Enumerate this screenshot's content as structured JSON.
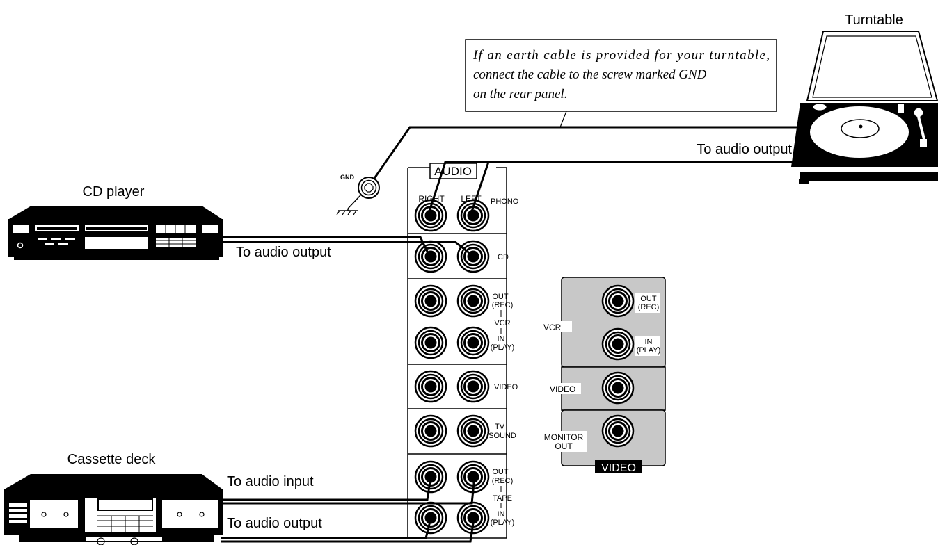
{
  "devices": {
    "turntable": "Turntable",
    "cd_player": "CD player",
    "cassette_deck": "Cassette deck"
  },
  "note": {
    "line1": "If an earth cable is provided for your turntable,",
    "line2": "connect the cable to the screw marked GND",
    "line3": "on the rear panel."
  },
  "gnd_label": "GND",
  "audio_panel": {
    "title": "AUDIO",
    "right": "RIGHT",
    "left": "LEFT",
    "phono": "PHONO",
    "cd": "CD",
    "vcr_out": "OUT",
    "vcr_out_rec": "(REC)",
    "vcr": "VCR",
    "vcr_in": "IN",
    "vcr_in_play": "(PLAY)",
    "video": "VIDEO",
    "tv": "TV",
    "sound": "SOUND",
    "tape_out": "OUT",
    "tape_out_rec": "(REC)",
    "tape": "TAPE",
    "tape_in": "IN",
    "tape_in_play": "(PLAY)"
  },
  "video_panel": {
    "title": "VIDEO",
    "vcr": "VCR",
    "out": "OUT",
    "rec": "(REC)",
    "in": "IN",
    "play": "(PLAY)",
    "video": "VIDEO",
    "monitor": "MONITOR",
    "monitor_out": "OUT"
  },
  "connections": {
    "turntable_out": "To audio output",
    "cd_out": "To audio output",
    "tape_in": "To audio input",
    "tape_out": "To audio output"
  }
}
